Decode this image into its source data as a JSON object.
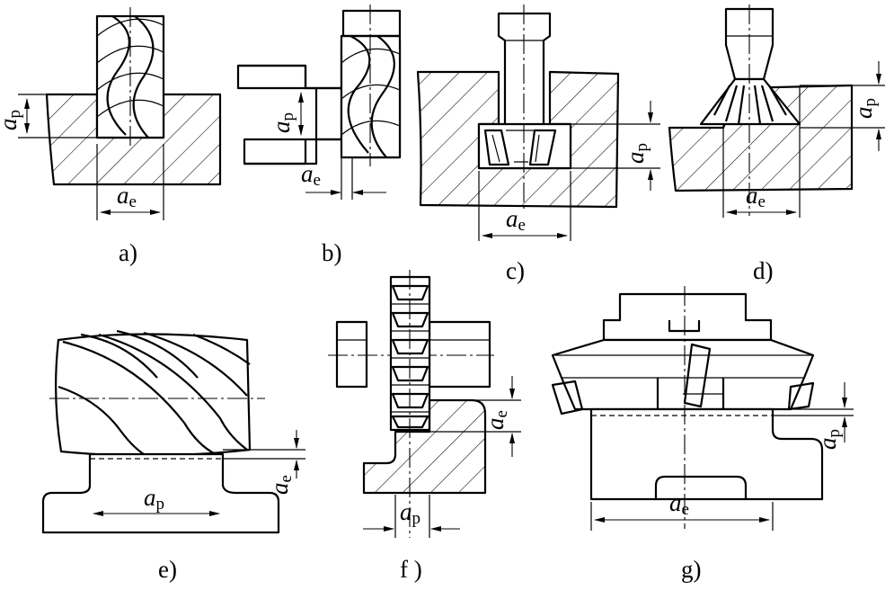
{
  "figure": {
    "subfigures": [
      {
        "id": "a",
        "caption": "a)",
        "labels": {
          "ap": "p",
          "ae": "e"
        }
      },
      {
        "id": "b",
        "caption": "b)",
        "labels": {
          "ap": "p",
          "ae": "e"
        }
      },
      {
        "id": "c",
        "caption": "c)",
        "labels": {
          "ap": "p",
          "ae": "e"
        }
      },
      {
        "id": "d",
        "caption": "d)",
        "labels": {
          "ap": "p",
          "ae": "e"
        }
      },
      {
        "id": "e",
        "caption": "e)",
        "labels": {
          "ae": "e",
          "ap": "p"
        }
      },
      {
        "id": "f",
        "caption": "f )",
        "labels": {
          "ae": "e",
          "ap": "p"
        }
      },
      {
        "id": "g",
        "caption": "g)",
        "labels": {
          "ap": "p",
          "ae": "e"
        }
      }
    ],
    "symbol": "a"
  }
}
